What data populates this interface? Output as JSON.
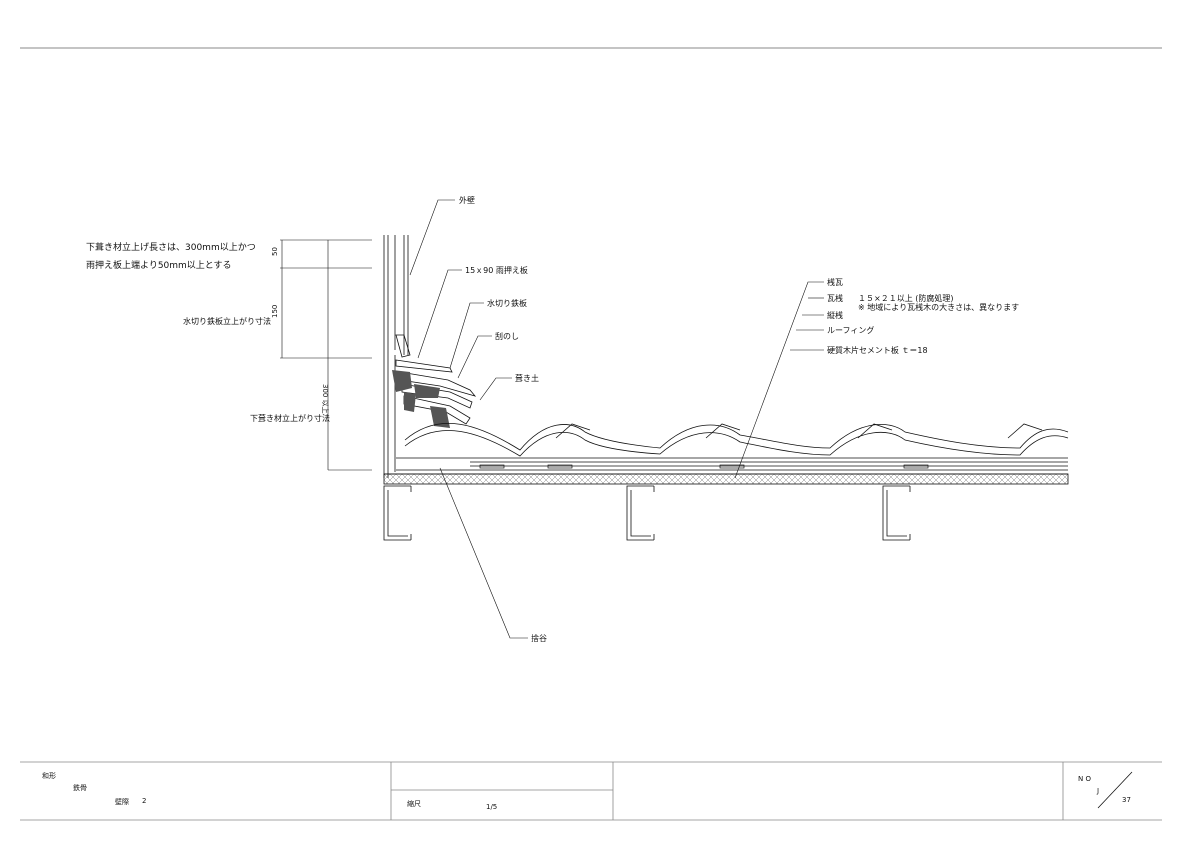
{
  "notes": {
    "main_line1": "下葺き材立上げ長さは、300mm以上かつ",
    "main_line2": "雨押え板上端より50mm以上とする",
    "mizukiri_height": "水切り鉄板立上がり寸法",
    "shitabuki_height": "下葺き材立上がり寸法"
  },
  "dimensions": {
    "d50": "50",
    "d150": "150",
    "d300": "300 以上"
  },
  "labels": {
    "gaiheki": "外壁",
    "amaosae": "15ｘ90  雨押え板",
    "mizukiri": "水切り鉄板",
    "kushi": "刮のし",
    "fukitsuchi": "葺き土",
    "sankawara": "桟瓦",
    "kawarazan": "瓦桟",
    "kawarazan_spec1": "１５×２１以上   (防腐処理)",
    "kawarazan_spec2": "※   地域により瓦桟木の大きさは、異なります",
    "tatezan": "縦桟",
    "roofing": "ルーフィング",
    "cement_board": "硬質木片セメント板     ｔ＝18",
    "sutedani": "捨谷"
  },
  "title_block": {
    "category": "和形",
    "structure": "鉄骨",
    "part": "壁際",
    "part_no": "2",
    "scale_label": "縮尺",
    "scale_value": "1/5",
    "no_label": "N O",
    "sheet_letter": "J",
    "sheet_no": "37"
  },
  "colors": {
    "line": "#111111",
    "fill_dark": "#555555",
    "border": "#888888"
  }
}
